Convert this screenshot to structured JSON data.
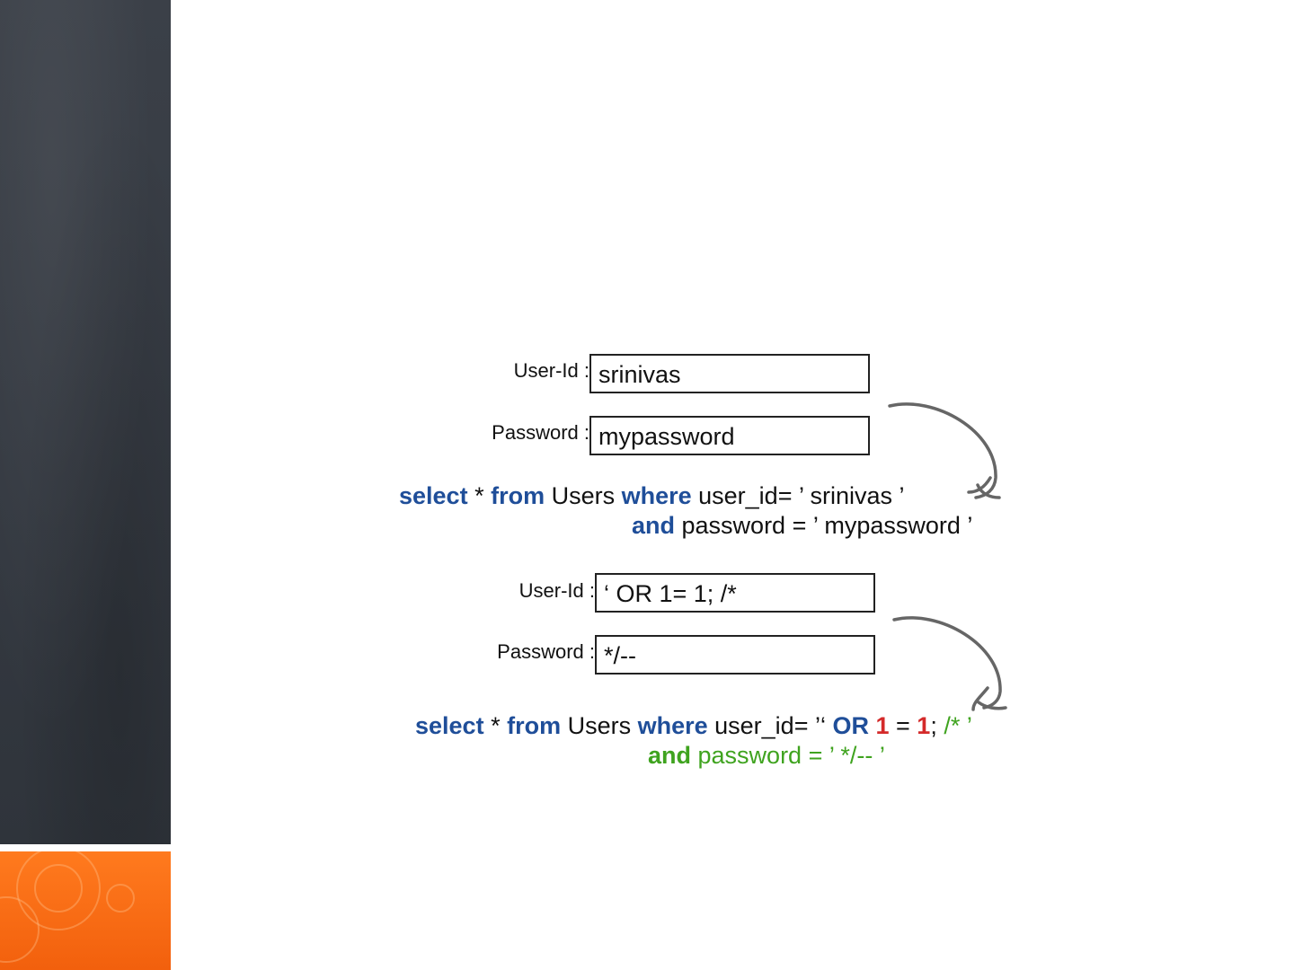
{
  "example1": {
    "userid_label": "User-Id :",
    "userid_value": "srinivas",
    "password_label": "Password :",
    "password_value": "mypassword",
    "sql_line1": {
      "select": "select",
      "star": " * ",
      "from": "from",
      "users": " Users ",
      "where": "where",
      "rest": " user_id= ’ srinivas ’"
    },
    "sql_line2": {
      "and": "and",
      "rest": " password = ’ mypassword ’"
    }
  },
  "example2": {
    "userid_label": "User-Id :",
    "userid_value": "‘ OR 1= 1; /*",
    "password_label": "Password :",
    "password_value": "*/--",
    "sql_line1": {
      "select": "select",
      "star": " * ",
      "from": "from",
      "users": " Users ",
      "where": "where",
      "userid_eq": " user_id= ’‘ ",
      "or": "OR",
      "sp1": " ",
      "one_a": "1",
      "eq": " = ",
      "one_b": "1",
      "semi": "; ",
      "comment": "/* ’"
    },
    "sql_line2": {
      "and": "and",
      "rest": " password = ’ */-- ’"
    }
  },
  "colors": {
    "keyword": "#1f4e99",
    "number": "#d42a2a",
    "comment": "#3fa31f",
    "side_panel": "#363b43",
    "accent": "#f26a14"
  }
}
